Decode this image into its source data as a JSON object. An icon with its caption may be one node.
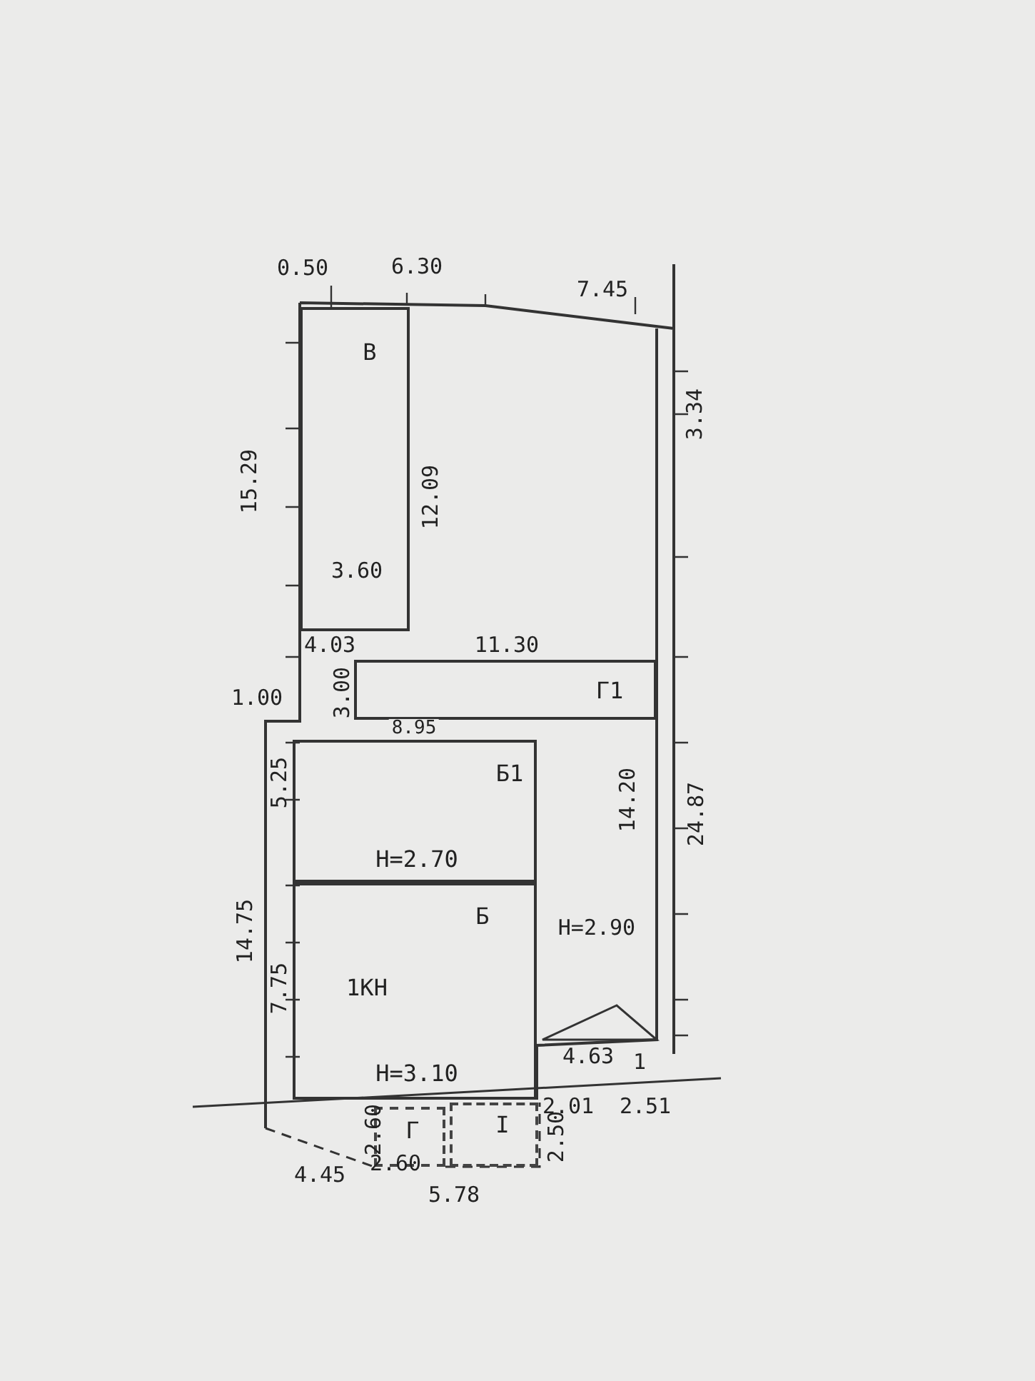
{
  "diagram": {
    "nodes": [
      {
        "text": [
          "В"
        ]
      },
      {
        "text": [
          "Г1"
        ]
      },
      {
        "text": [
          "Б1",
          "H=2.70"
        ]
      },
      {
        "text": [
          "Б",
          "1КН",
          "H=3.10"
        ]
      },
      {
        "text": [
          "Г"
        ]
      },
      {
        "text": [
          "I"
        ]
      }
    ],
    "labels": [
      "0.50",
      "6.30",
      "7.45",
      "3.34",
      "15.29",
      "12.09",
      "3.60",
      "4.03",
      "11.30",
      "1.00",
      "3.00",
      "8.95",
      "14.20",
      "24.87",
      "5.25",
      "14.75",
      "H=2.90",
      "7.75",
      "4.63",
      "1",
      "2.01",
      "2.51",
      "2.60",
      "2.60",
      "2.50",
      "4.45",
      "5.78"
    ]
  }
}
